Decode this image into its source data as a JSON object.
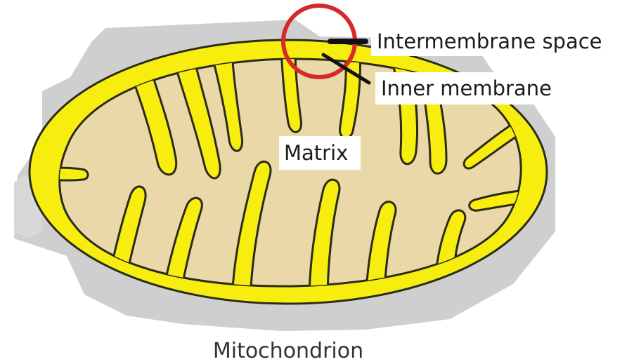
{
  "diagram": {
    "caption": "Mitochondrion",
    "labels": {
      "intermembrane_space": "Intermembrane space",
      "inner_membrane": "Inner membrane",
      "matrix": "Matrix"
    },
    "colors": {
      "background_shadow": "#cfcfcf",
      "outer_compartment": "#f7ee10",
      "matrix": "#ead8a8",
      "membrane_outline": "#2b2b1a",
      "highlight_circle": "#d62a2a",
      "pointer_line": "#111111"
    }
  }
}
